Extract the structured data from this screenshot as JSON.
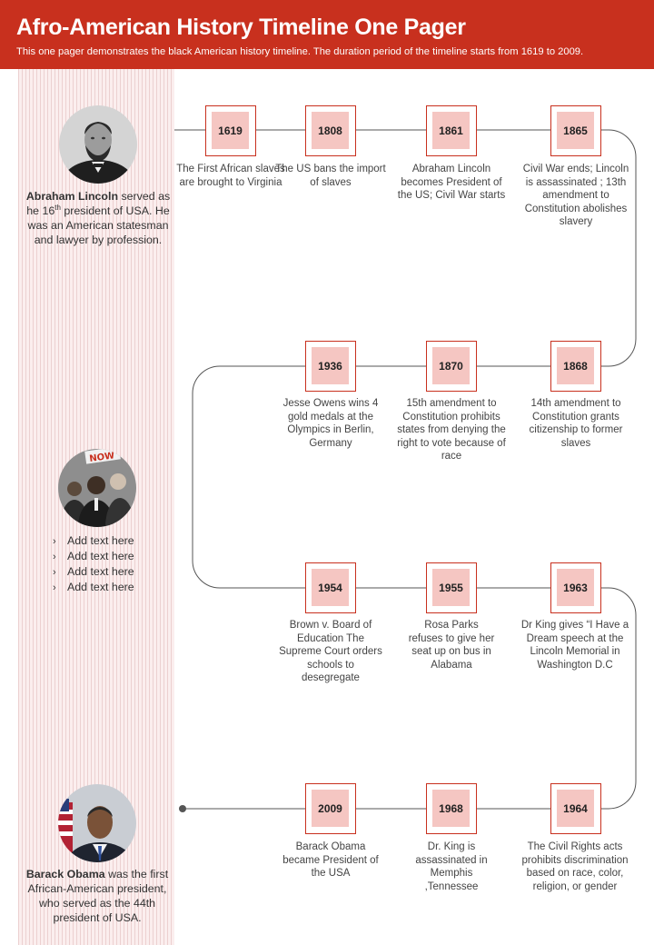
{
  "header": {
    "title": "Afro-American History Timeline One Pager",
    "subtitle": "This one pager demonstrates the black American history timeline. The duration period of the timeline starts from 1619 to 2009."
  },
  "sidebar": {
    "lincoln": {
      "name": "Abraham Lincoln",
      "text1": " served as he 16",
      "sup": "th",
      "text2": " president of USA. He was an American statesman and lawyer by profession."
    },
    "bullets": [
      "Add text here",
      "Add text here",
      "Add text here",
      "Add text here"
    ],
    "obama": {
      "name": "Barack Obama",
      "text": " was the first African-American president, who served as the 44th president of USA."
    }
  },
  "timeline": {
    "rows": [
      [
        {
          "year": "1619",
          "desc": "The First African slaves are brought to Virginia"
        },
        {
          "year": "1808",
          "desc": "The US bans the import of slaves"
        },
        {
          "year": "1861",
          "desc": "Abraham Lincoln becomes President of the US; Civil War starts"
        },
        {
          "year": "1865",
          "desc": "Civil War ends; Lincoln is assassinated ; 13th amendment to Constitution abolishes slavery"
        }
      ],
      [
        {
          "year": "1936",
          "desc": "Jesse Owens wins 4 gold medals at the Olympics in Berlin, Germany"
        },
        {
          "year": "1870",
          "desc": "15th amendment to Constitution prohibits states from denying the right to vote because of race"
        },
        {
          "year": "1868",
          "desc": "14th amendment to Constitution grants citizenship to former slaves"
        }
      ],
      [
        {
          "year": "1954",
          "desc": "Brown v. Board of Education The Supreme Court orders schools to desegregate"
        },
        {
          "year": "1955",
          "desc": "Rosa Parks refuses to give her seat up on bus in Alabama"
        },
        {
          "year": "1963",
          "desc": "Dr King gives “I Have a Dream speech at the Lincoln Memorial in Washington D.C"
        }
      ],
      [
        {
          "year": "2009",
          "desc": "Barack Obama became President of the USA"
        },
        {
          "year": "1968",
          "desc": "Dr. King is assassinated in Memphis ,Tennessee"
        },
        {
          "year": "1964",
          "desc": "The Civil Rights acts prohibits discrimination based on race, color, religion, or gender"
        }
      ]
    ]
  },
  "colors": {
    "accent": "#c8301e",
    "box_fill": "#f5c6c2",
    "sidebar_bg": "#fbeeee"
  }
}
